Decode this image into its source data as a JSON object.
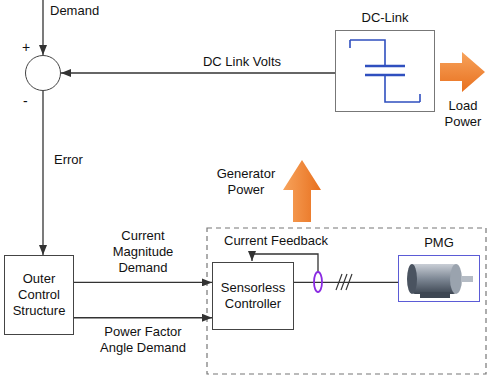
{
  "diagram": {
    "nodes": [
      {
        "text": [
          "+",
          "-"
        ]
      },
      {
        "text": [
          "DC-Link"
        ]
      },
      {
        "text": [
          "Outer Control Structure"
        ]
      },
      {
        "text": [
          "Sensorless Controller"
        ]
      },
      {
        "text": [
          "PMG"
        ]
      }
    ],
    "edges": [
      {
        "from": 1,
        "to": 0,
        "label": "DC Link Volts",
        "arrow": "to"
      },
      {
        "from": 0,
        "to": 2,
        "label": "Error",
        "arrow": "to"
      },
      {
        "from": 2,
        "to": 3,
        "label": "Current Magnitude Demand",
        "arrow": "to"
      },
      {
        "from": 2,
        "to": 3,
        "label": "Power Factor Angle Demand",
        "arrow": "to"
      },
      {
        "from": 3,
        "to": 4,
        "arrow": "none"
      }
    ],
    "labels": [
      "Demand",
      "Load Power",
      "Generator Power",
      "Current Feedback"
    ]
  }
}
